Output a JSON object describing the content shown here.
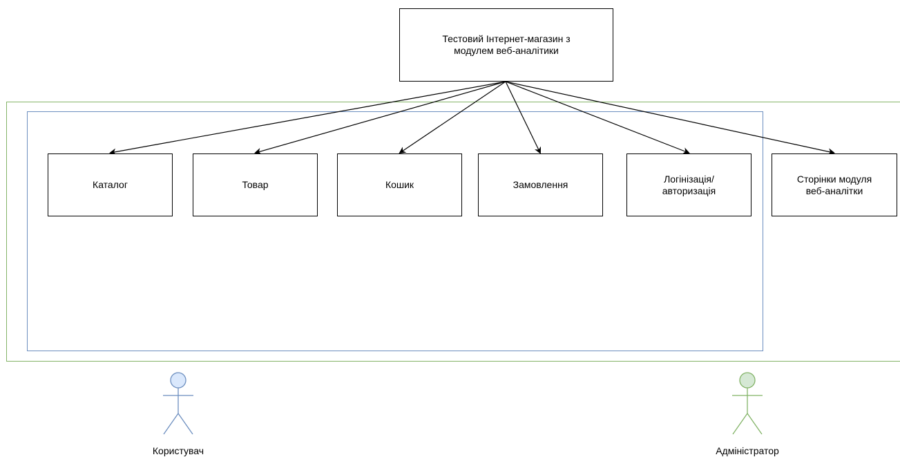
{
  "diagram": {
    "root": {
      "label": "Тестовий Інтернет-магазин з\nмодулем веб-аналітики"
    },
    "nodes": [
      {
        "id": "catalog",
        "label": "Каталог"
      },
      {
        "id": "product",
        "label": "Товар"
      },
      {
        "id": "cart",
        "label": "Кошик"
      },
      {
        "id": "orders",
        "label": "Замовлення"
      },
      {
        "id": "login",
        "label": "Логінізація/\nавторизація"
      },
      {
        "id": "analytics",
        "label": "Сторінки модуля\nвеб-аналітки"
      }
    ],
    "actors": {
      "user": {
        "label": "Користувач",
        "color": "#6c8ebf",
        "fill": "#dae8fc"
      },
      "admin": {
        "label": "Адміністратор",
        "color": "#82b366",
        "fill": "#d5e8d4"
      }
    },
    "colors": {
      "user_group_border": "#6c8ebf",
      "admin_group_border": "#82b366",
      "edge": "#000000"
    }
  }
}
